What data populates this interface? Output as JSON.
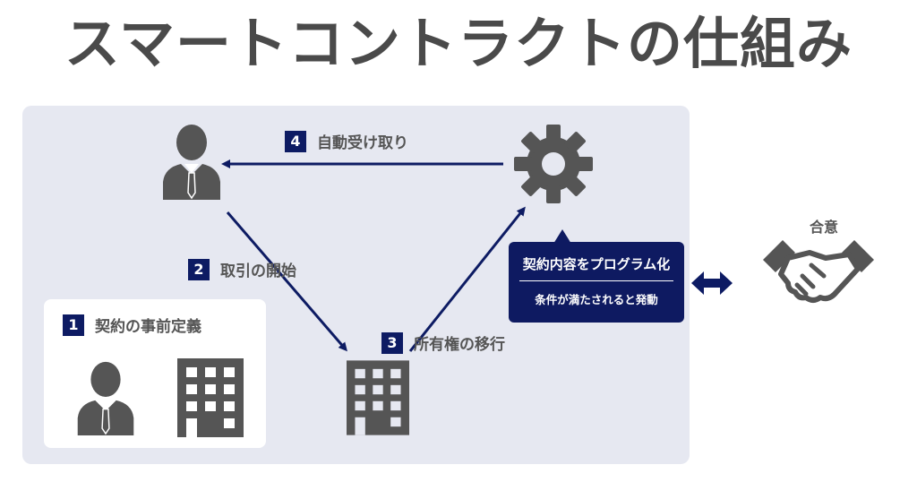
{
  "title": "スマートコントラクトの仕組み",
  "steps": [
    {
      "num": "1",
      "label": "契約の事前定義"
    },
    {
      "num": "2",
      "label": "取引の開始"
    },
    {
      "num": "3",
      "label": "所有権の移行"
    },
    {
      "num": "4",
      "label": "自動受け取り"
    }
  ],
  "program": {
    "line1": "契約内容をプログラム化",
    "line2": "条件が満たされると発動"
  },
  "agreement": "合意",
  "colors": {
    "accent": "#0d1b63",
    "panel": "#e6e8f1",
    "icon": "#555555"
  },
  "icons": [
    "person-icon",
    "building-icon",
    "gear-icon",
    "handshake-icon",
    "double-arrow-icon"
  ]
}
